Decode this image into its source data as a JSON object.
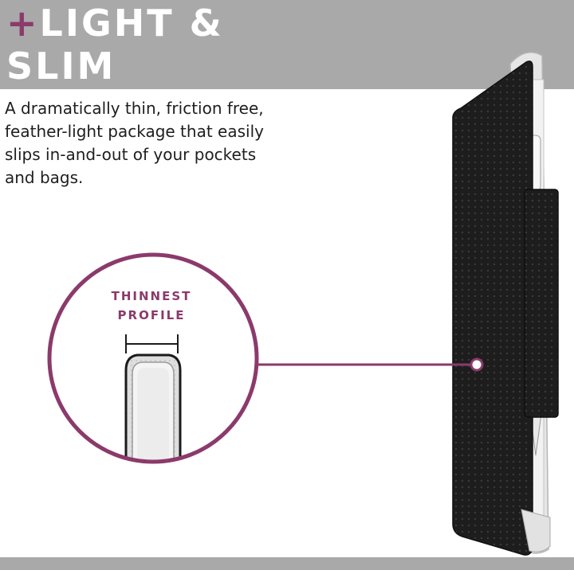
{
  "headline": {
    "plus": "+",
    "line1": "LIGHT &",
    "line2": "SLIM"
  },
  "description": {
    "lines": [
      "A dramatically thin, friction free,",
      "feather-light package that easily",
      "slips in-and-out of your pockets",
      "and bags."
    ]
  },
  "callout": {
    "line1": "THINNEST",
    "line2": "PROFILE"
  },
  "colors": {
    "accent": "#8b3a6b",
    "band": "#a9a9a9",
    "case": "#1b1b1b"
  },
  "icons": {
    "zoom_circle": "magnifier-circle",
    "pointer_dot": "callout-dot"
  }
}
